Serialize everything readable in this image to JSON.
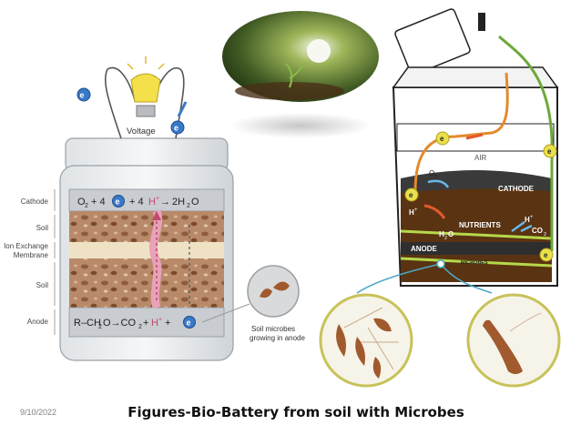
{
  "slide": {
    "date": "9/10/2022",
    "title": "Figures-Bio-Battery from soil with Microbes"
  },
  "jar": {
    "voltage_label": "Voltage",
    "layer_labels": {
      "cathode": "Cathode",
      "soil_top": "Soil",
      "membrane_line1": "Ion Exchange",
      "membrane_line2": "Membrane",
      "soil_bottom": "Soil",
      "anode": "Anode"
    },
    "cathode_reaction": {
      "lhs": "O",
      "lhs_sub": "2",
      "plus_four": "+ 4",
      "electron": "e",
      "plus_four_h": "+ 4",
      "h": "H",
      "plus_sign": "+",
      "arrow": "→",
      "rhs": "2H",
      "rhs_sub": "2",
      "rhs_tail": "O"
    },
    "anode_reaction": {
      "start": "R–CH",
      "start_sub": "2",
      "mid": "O→CO",
      "mid_sub": "2",
      "plus1": "+",
      "h": "H",
      "plus2": "+",
      "electron": "e"
    },
    "microbes_caption_line1": "Soil microbes",
    "microbes_caption_line2": "growing in anode",
    "electron_symbol": "e"
  },
  "cell": {
    "air_label": "AIR",
    "cathode_label": "CATHODE",
    "anode_label": "ANODE",
    "microbes_label": "MICROBES",
    "nutrients_label": "NUTRIENTS",
    "h_plus": "H",
    "o2": "O",
    "o2_sub": "2",
    "h2o": "H",
    "h2o_sub": "2",
    "h2o_tail": "O",
    "h_plus2": "H",
    "co2": "CO",
    "co2_sub": "2",
    "electron_symbol": "e"
  },
  "colors": {
    "soil_brown": "#9a6a48",
    "membrane_cream": "#efe2c4",
    "electron_blue": "#3a78c8",
    "orange_wire": "#e48a2c",
    "green_wire": "#6ea83a",
    "microbe_brown": "#a15a2e",
    "pointer_circle": "#c8c25a"
  }
}
